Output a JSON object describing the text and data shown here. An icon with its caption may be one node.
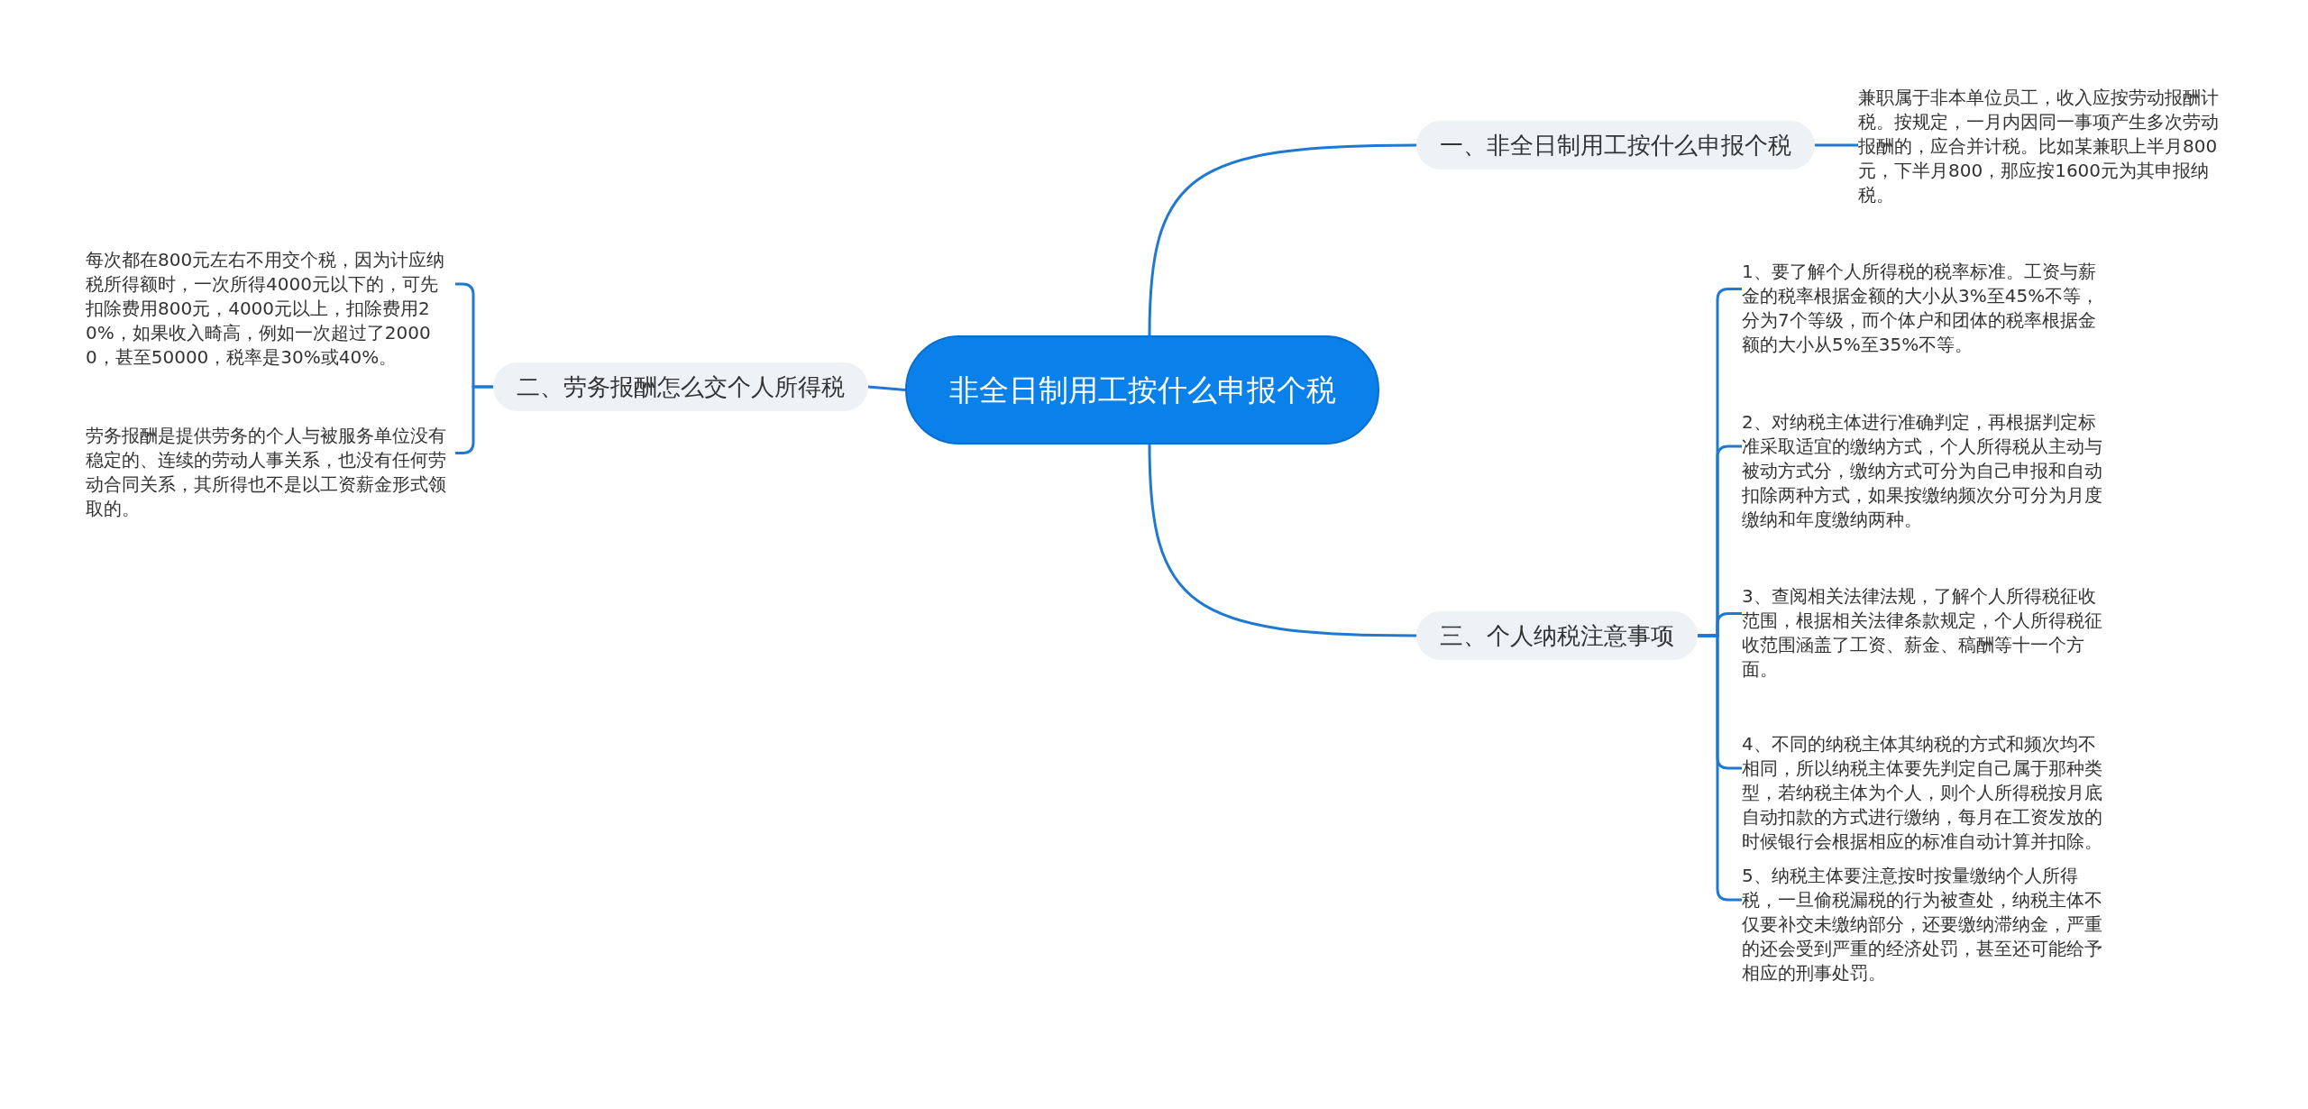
{
  "diagram": {
    "nodes": [
      {
        "text": [
          "非全日制用工按什么申报个税"
        ]
      },
      {
        "text": [
          "一、非全日制用工按什么申报个税"
        ]
      },
      {
        "text": [
          "兼职属于非本单位员工，收入应按劳动报酬计税。按规定，一月内因同一事项产生多次劳动报酬的，应合并计税。比如某兼职上半月800元，下半月800，那应按1600元为其申报纳税。"
        ]
      },
      {
        "text": [
          "二、劳务报酬怎么交个人所得税"
        ]
      },
      {
        "text": [
          "每次都在800元左右不用交个税，因为计应纳税所得额时，一次所得4000元以下的，可先扣除费用800元，4000元以上，扣除费用20%，如果收入畸高，例如一次超过了20000，甚至50000，税率是30%或40%。"
        ]
      },
      {
        "text": [
          "劳务报酬是提供劳务的个人与被服务单位没有稳定的、连续的劳动人事关系，也没有任何劳动合同关系，其所得也不是以工资薪金形式领取的。"
        ]
      },
      {
        "text": [
          "三、个人纳税注意事项"
        ]
      },
      {
        "text": [
          "1、要了解个人所得税的税率标准。工资与薪金的税率根据金额的大小从3%至45%不等，分为7个等级，而个体户和团体的税率根据金额的大小从5%至35%不等。"
        ]
      },
      {
        "text": [
          "2、对纳税主体进行准确判定，再根据判定标准采取适宜的缴纳方式，个人所得税从主动与被动方式分，缴纳方式可分为自己申报和自动扣除两种方式，如果按缴纳频次分可分为月度缴纳和年度缴纳两种。"
        ]
      },
      {
        "text": [
          "3、查阅相关法律法规，了解个人所得税征收范围，根据相关法律条款规定，个人所得税征收范围涵盖了工资、薪金、稿酬等十一个方面。"
        ]
      },
      {
        "text": [
          "4、不同的纳税主体其纳税的方式和频次均不相同，所以纳税主体要先判定自己属于那种类型，若纳税主体为个人，则个人所得税按月底自动扣款的方式进行缴纳，每月在工资发放的时候银行会根据相应的标准自动计算并扣除。"
        ]
      },
      {
        "text": [
          "5、纳税主体要注意按时按量缴纳个人所得税，一旦偷税漏税的行为被查处，纳税主体不仅要补交未缴纳部分，还要缴纳滞纳金，严重的还会受到严重的经济处罚，甚至还可能给予相应的刑事处罚。"
        ]
      }
    ],
    "edges": [
      {
        "from": 0,
        "to": 1,
        "arrow": "none"
      },
      {
        "from": 1,
        "to": 2,
        "arrow": "none"
      },
      {
        "from": 0,
        "to": 3,
        "arrow": "none"
      },
      {
        "from": 3,
        "to": 4,
        "arrow": "none"
      },
      {
        "from": 3,
        "to": 5,
        "arrow": "none"
      },
      {
        "from": 0,
        "to": 6,
        "arrow": "none"
      },
      {
        "from": 6,
        "to": 7,
        "arrow": "none"
      },
      {
        "from": 6,
        "to": 8,
        "arrow": "none"
      },
      {
        "from": 6,
        "to": 9,
        "arrow": "none"
      },
      {
        "from": 6,
        "to": 10,
        "arrow": "none"
      },
      {
        "from": 6,
        "to": 11,
        "arrow": "none"
      }
    ]
  }
}
